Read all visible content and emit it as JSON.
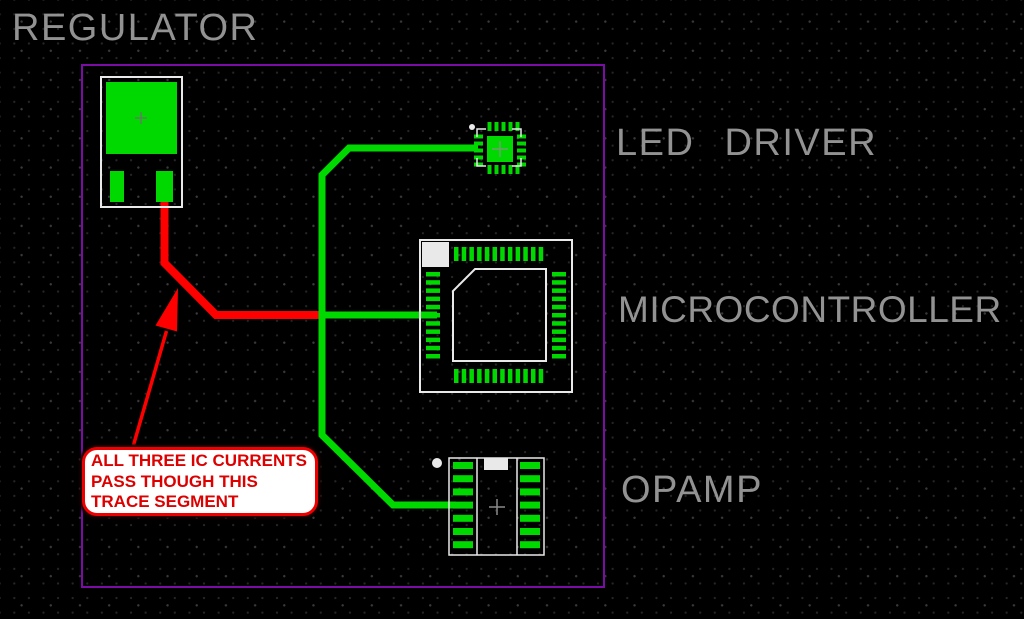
{
  "labels": {
    "regulator": "REGULATOR",
    "led_driver": "LED DRIVER",
    "microcontroller": "MICROCONTROLLER",
    "opamp": "OPAMP"
  },
  "annotation": {
    "lines": [
      "ALL THREE IC CURRENTS",
      "PASS THOUGH THIS",
      "TRACE SEGMENT"
    ]
  },
  "colors": {
    "background": "#000000",
    "grid_dot": "#262626",
    "board_outline": "#7c0ca6",
    "copper_green": "#00d900",
    "copper_red": "#ff0000",
    "silkscreen": "#e9e9e9",
    "label_gray": "#929292",
    "callout_border": "#ee0000",
    "callout_text": "#dd0000",
    "callout_bg": "#ffffff"
  }
}
